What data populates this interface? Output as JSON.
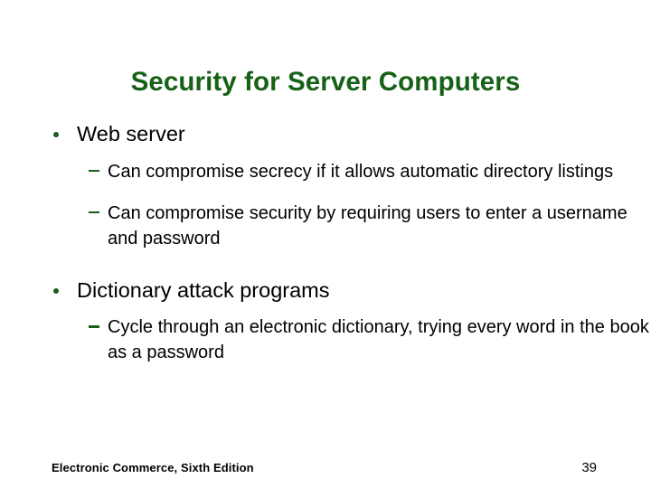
{
  "slide": {
    "title": "Security for Server Computers",
    "title_color": "#176117",
    "marker_color": "#1a5c1a",
    "text_color": "#000000",
    "background_color": "#ffffff",
    "bullets": [
      {
        "level": 1,
        "text": "Web server",
        "marker": "round-dot",
        "sub_bullets": [
          {
            "level": 2,
            "marker": "en-dash",
            "text": "Can compromise secrecy if it allows automatic directory listings"
          },
          {
            "level": 2,
            "marker": "en-dash",
            "text": "Can compromise security by requiring users to enter a username and password"
          }
        ]
      },
      {
        "level": 1,
        "text": "Dictionary attack programs",
        "marker": "round-dot",
        "sub_bullets": [
          {
            "level": 2,
            "marker": "en-dash",
            "text": "Cycle through an electronic dictionary, trying every word in the book as a password"
          }
        ]
      }
    ],
    "footer": {
      "source": "Electronic Commerce, Sixth Edition",
      "page_number": "39"
    }
  }
}
